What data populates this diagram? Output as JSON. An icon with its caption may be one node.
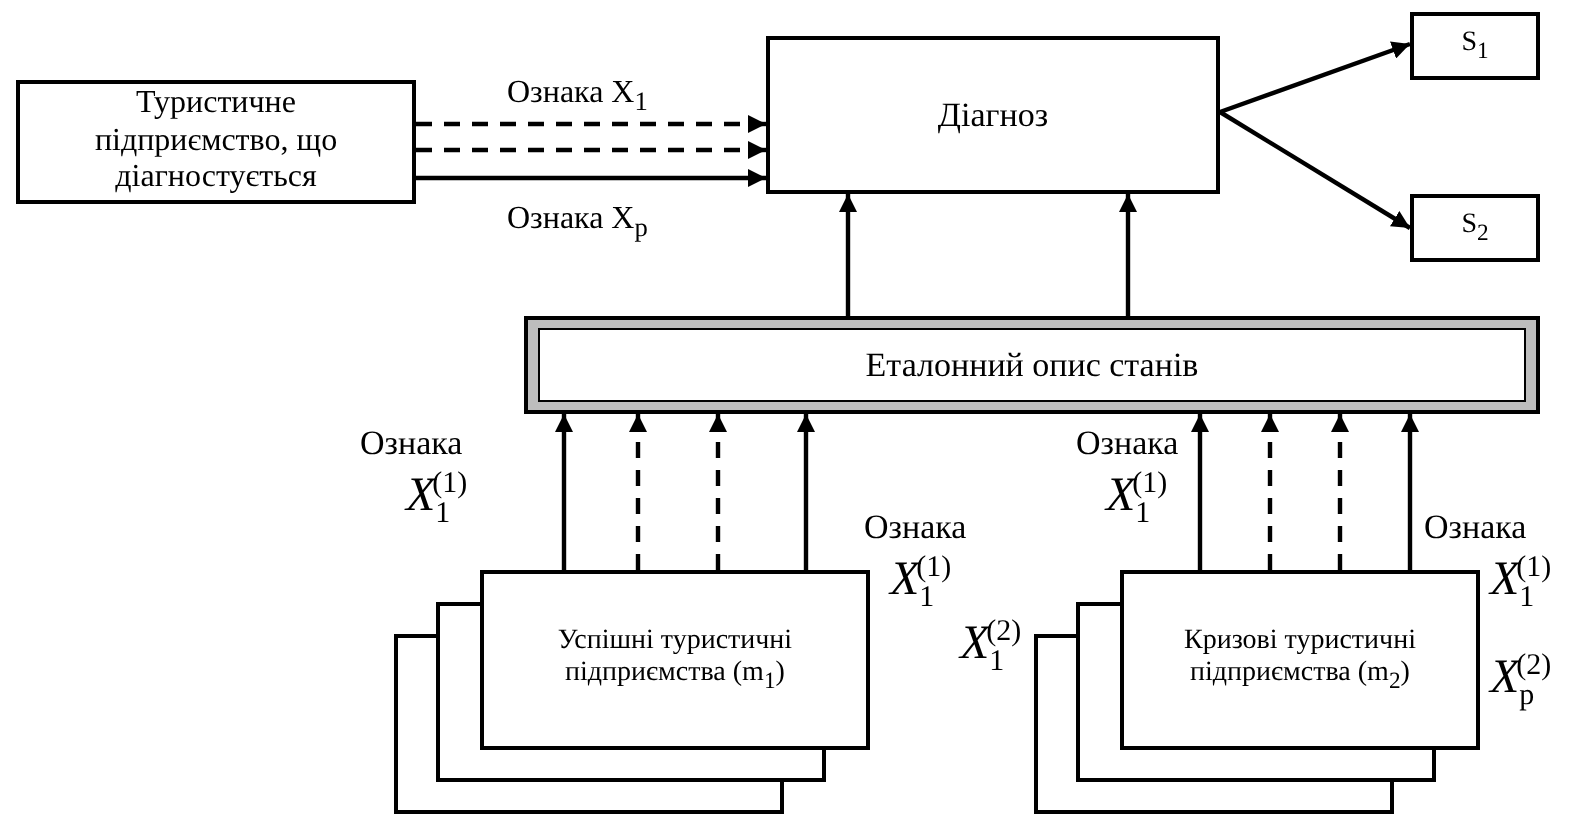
{
  "diagram": {
    "nodes": [
      {
        "text": [
          "Туристичне підприємство, що діагностується"
        ]
      },
      {
        "text": [
          "Діагноз"
        ]
      },
      {
        "text": [
          "S$_{1}$"
        ]
      },
      {
        "text": [
          "S$_{2}$"
        ]
      },
      {
        "text": [
          "Еталонний опис станів"
        ]
      },
      {
        "text": [
          "Успішні туристичні підприємства (m$_{1}$)"
        ]
      },
      {
        "text": [
          "Кризові туристичні підприємства (m$_{2}$)"
        ]
      }
    ],
    "edges": [
      {
        "from": 0,
        "to": 1,
        "arrow": "to",
        "style": "dashed",
        "label": "Ознака X$_{1}$"
      },
      {
        "from": 0,
        "to": 1,
        "arrow": "to",
        "style": "dashed"
      },
      {
        "from": 0,
        "to": 1,
        "arrow": "to",
        "label": "Ознака X$_{p}$"
      },
      {
        "from": 1,
        "to": 2,
        "arrow": "to"
      },
      {
        "from": 1,
        "to": 3,
        "arrow": "to"
      },
      {
        "from": 4,
        "to": 1,
        "arrow": "to"
      },
      {
        "from": 4,
        "to": 1,
        "arrow": "to"
      },
      {
        "from": 5,
        "to": 4,
        "arrow": "to"
      },
      {
        "from": 5,
        "to": 4,
        "arrow": "to",
        "style": "dashed"
      },
      {
        "from": 5,
        "to": 4,
        "arrow": "to",
        "style": "dashed"
      },
      {
        "from": 5,
        "to": 4,
        "arrow": "to"
      },
      {
        "from": 6,
        "to": 4,
        "arrow": "to"
      },
      {
        "from": 6,
        "to": 4,
        "arrow": "to",
        "style": "dashed"
      },
      {
        "from": 6,
        "to": 4,
        "arrow": "to",
        "style": "dashed"
      },
      {
        "from": 6,
        "to": 4,
        "arrow": "to"
      }
    ],
    "labels": [
      "Ознака",
      "*X*$_{1}$$^{(1)}$",
      "Ознака",
      "*X*$_{1}$$^{(1)}$",
      "Ознака",
      "*X*$_{1}$$^{(1)}$",
      "*X*$_{1}$$^{(2)}$",
      "Ознака",
      "*X*$_{1}$$^{(1)}$",
      "*X*$_{p}$$^{(2)}$"
    ]
  }
}
